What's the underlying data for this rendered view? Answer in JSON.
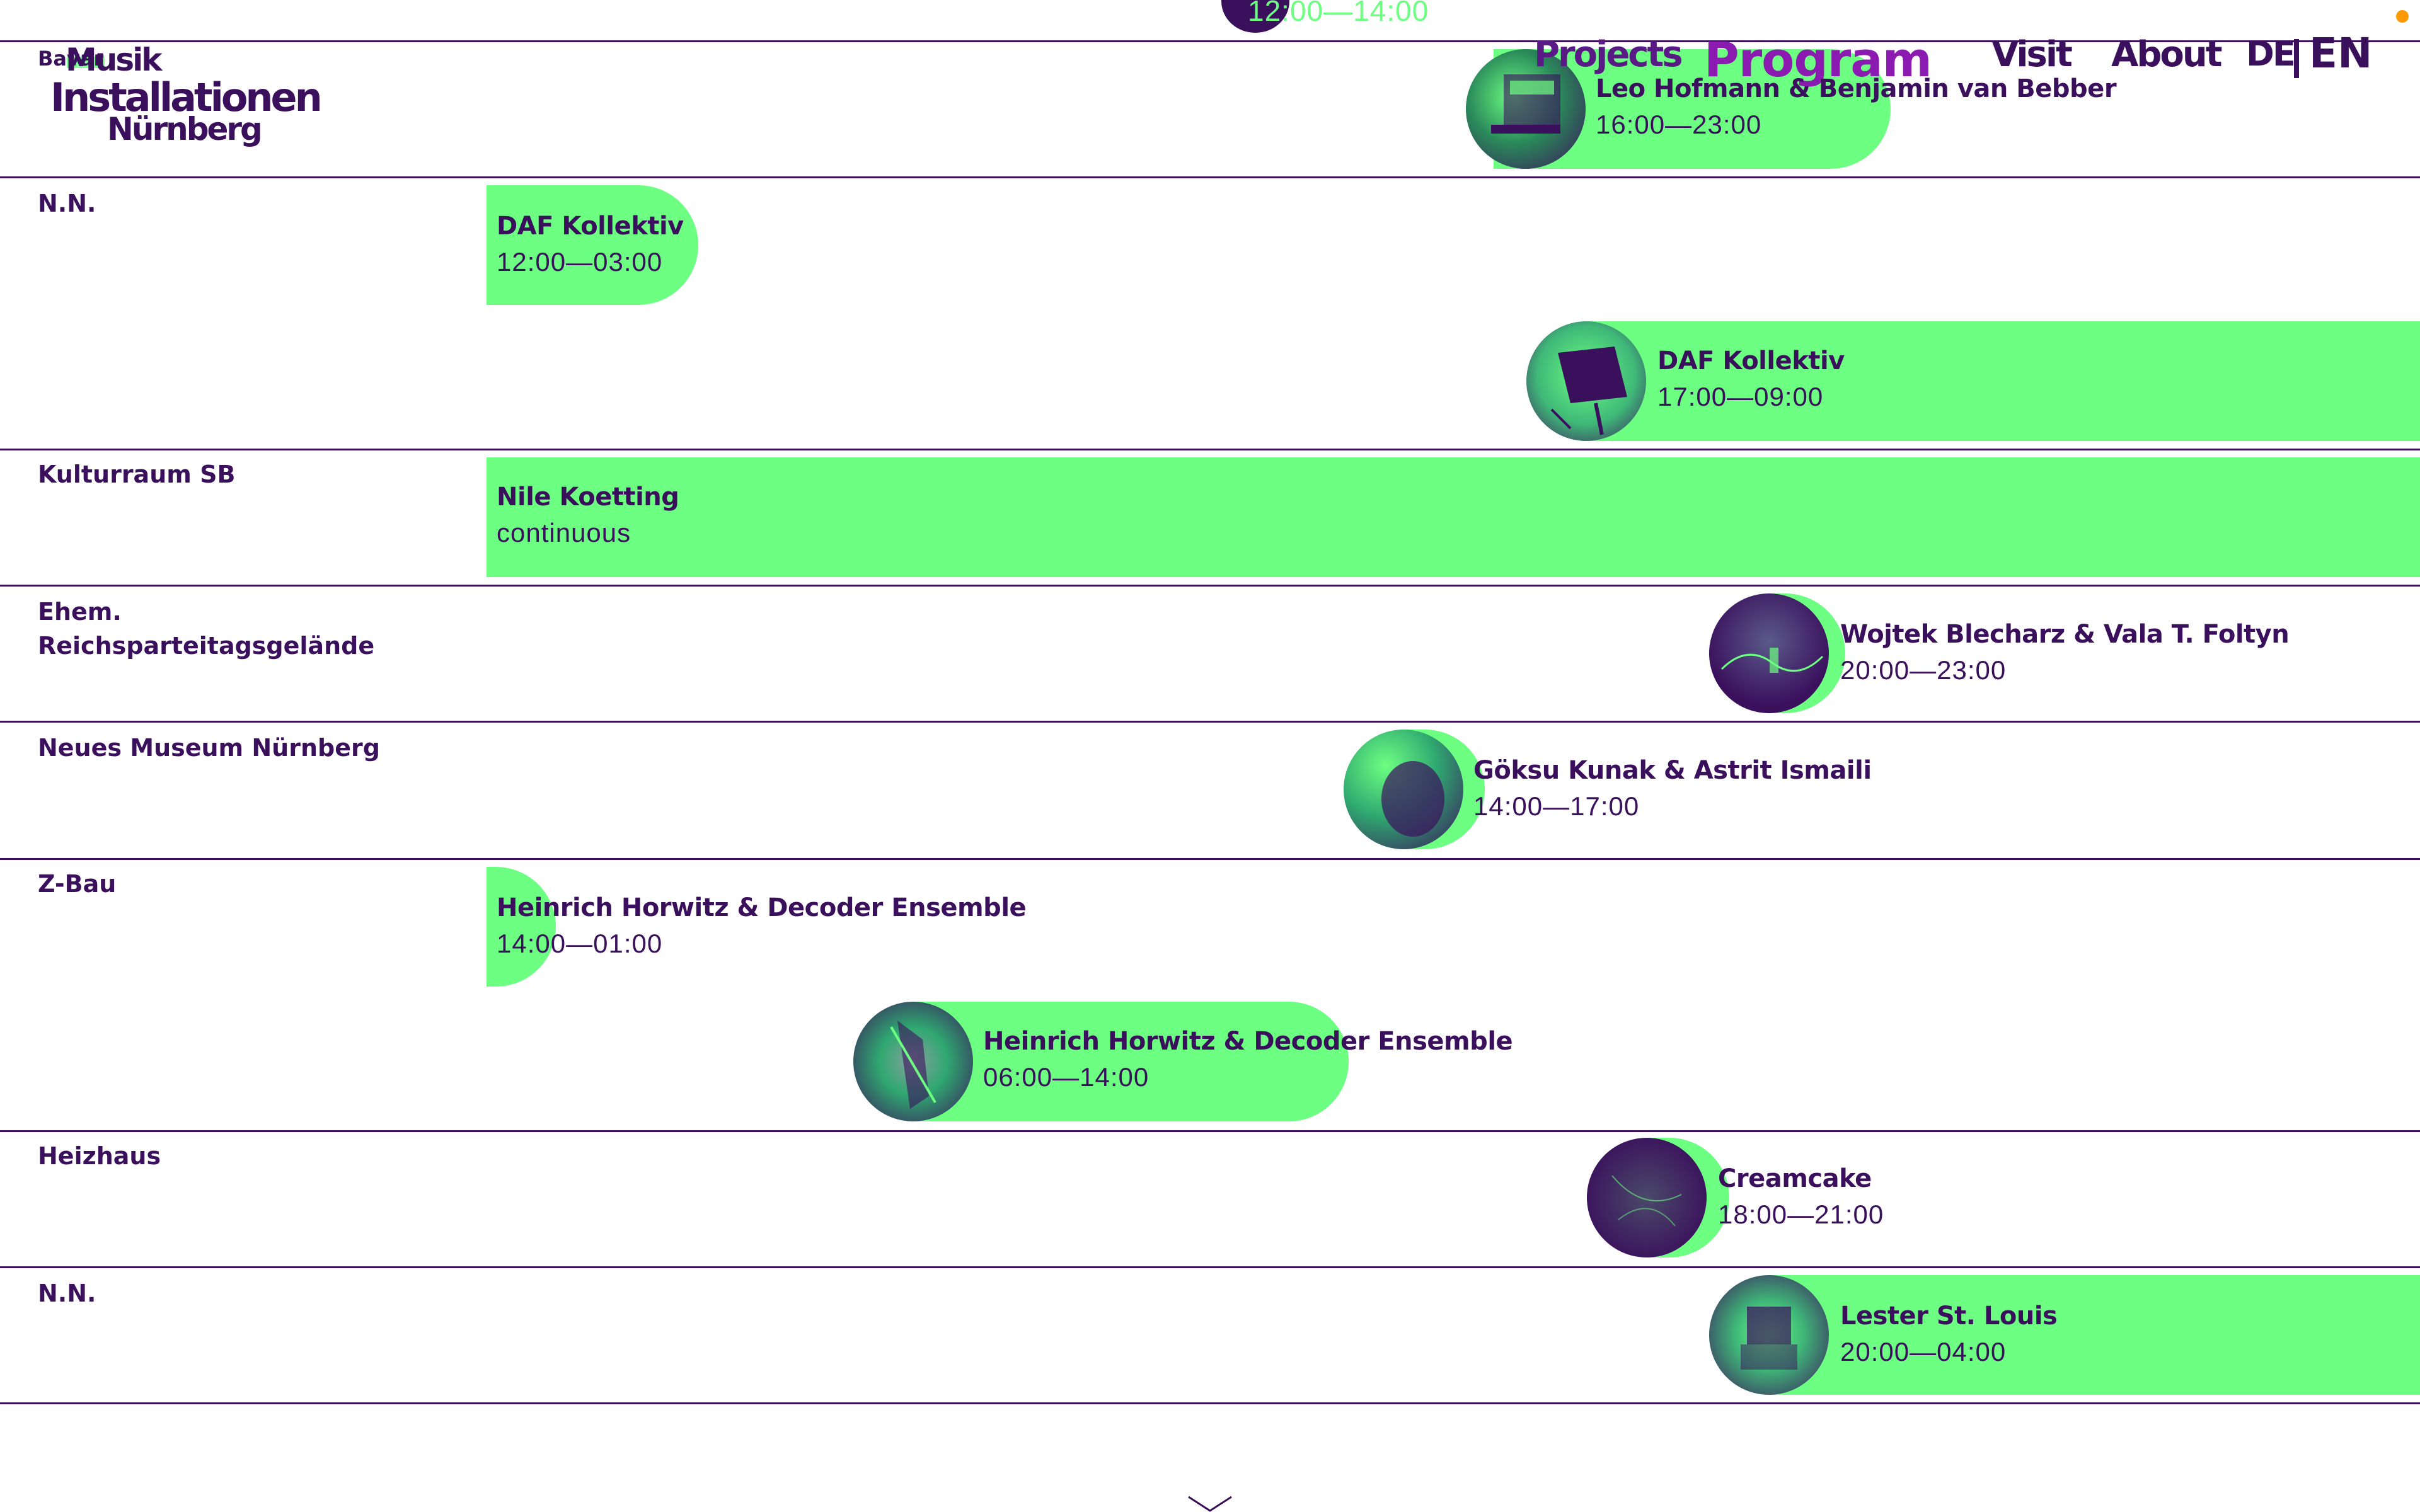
{
  "top_indicator": {
    "time": "12:00—14:00"
  },
  "logo": {
    "line1a": "Bavar",
    "line1b": "Musik",
    "line2": "Installationen",
    "line3": "Nürnberg"
  },
  "nav": {
    "projects": "Projects",
    "program": "Program",
    "visit": "Visit",
    "about": "About",
    "lang_de": "DE",
    "lang_en": "EN"
  },
  "venues": [
    {
      "name": "N.N."
    },
    {
      "name": "Kulturraum SB"
    },
    {
      "name": "Ehem. Reichsparteitagsgelände"
    },
    {
      "name": "Neues Museum Nürnberg"
    },
    {
      "name": "Z-Bau"
    },
    {
      "name": "Heizhaus"
    },
    {
      "name": "N.N."
    }
  ],
  "events": [
    {
      "title": "Leo Hofmann & Benjamin van Bebber",
      "time": "16:00—23:00",
      "icon": "piano-thumbnail"
    },
    {
      "title": "DAF Kollektiv",
      "time": "12:00—03:00"
    },
    {
      "title": "DAF Kollektiv",
      "time": "17:00—09:00",
      "icon": "grid-panel-thumbnail"
    },
    {
      "title": "Nile Koetting",
      "time": "continuous"
    },
    {
      "title": "Wojtek Blecharz & Vala T. Foltyn",
      "time": "20:00—23:00",
      "icon": "landscape-thumbnail"
    },
    {
      "title": "Göksu Kunak & Astrit Ismaili",
      "time": "14:00—17:00",
      "icon": "performer-thumbnail"
    },
    {
      "title": "Heinrich Horwitz & Decoder Ensemble",
      "time": "14:00—01:00"
    },
    {
      "title": "Heinrich Horwitz & Decoder Ensemble",
      "time": "06:00—14:00",
      "icon": "hand-thumbnail"
    },
    {
      "title": "Creamcake",
      "time": "18:00—21:00",
      "icon": "dark-texture-thumbnail"
    },
    {
      "title": "Lester St. Louis",
      "time": "20:00—04:00",
      "icon": "sculpture-thumbnail"
    }
  ],
  "colors": {
    "accent": "#6dff82",
    "ink": "#3a0f5c",
    "program": "#8a1ab0",
    "dot": "#ff9900"
  }
}
